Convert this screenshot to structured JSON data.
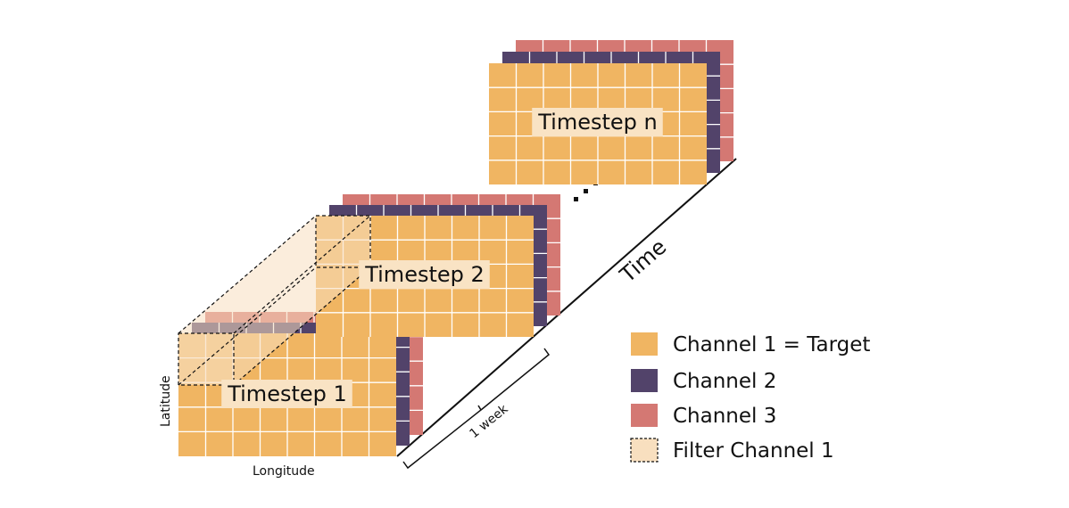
{
  "colors": {
    "channel1": "#f0b562",
    "channel2": "#52436a",
    "channel3": "#d47873",
    "filter": "#f8dfbf",
    "label_bg": "#f9e3c4",
    "grid_line": "#ffffff",
    "line": "#111111"
  },
  "timesteps": [
    {
      "label": "Timestep 1"
    },
    {
      "label": "Timestep 2"
    },
    {
      "label": "Timestep n"
    }
  ],
  "axes": {
    "latitude": "Latitude",
    "longitude": "Longitude",
    "time": "Time",
    "interval": "1 week"
  },
  "legend": [
    {
      "label": "Channel 1 = Target",
      "swatch": "channel1"
    },
    {
      "label": "Channel 2",
      "swatch": "channel2"
    },
    {
      "label": "Channel 3",
      "swatch": "channel3"
    },
    {
      "label": "Filter Channel 1",
      "swatch": "filter"
    }
  ]
}
